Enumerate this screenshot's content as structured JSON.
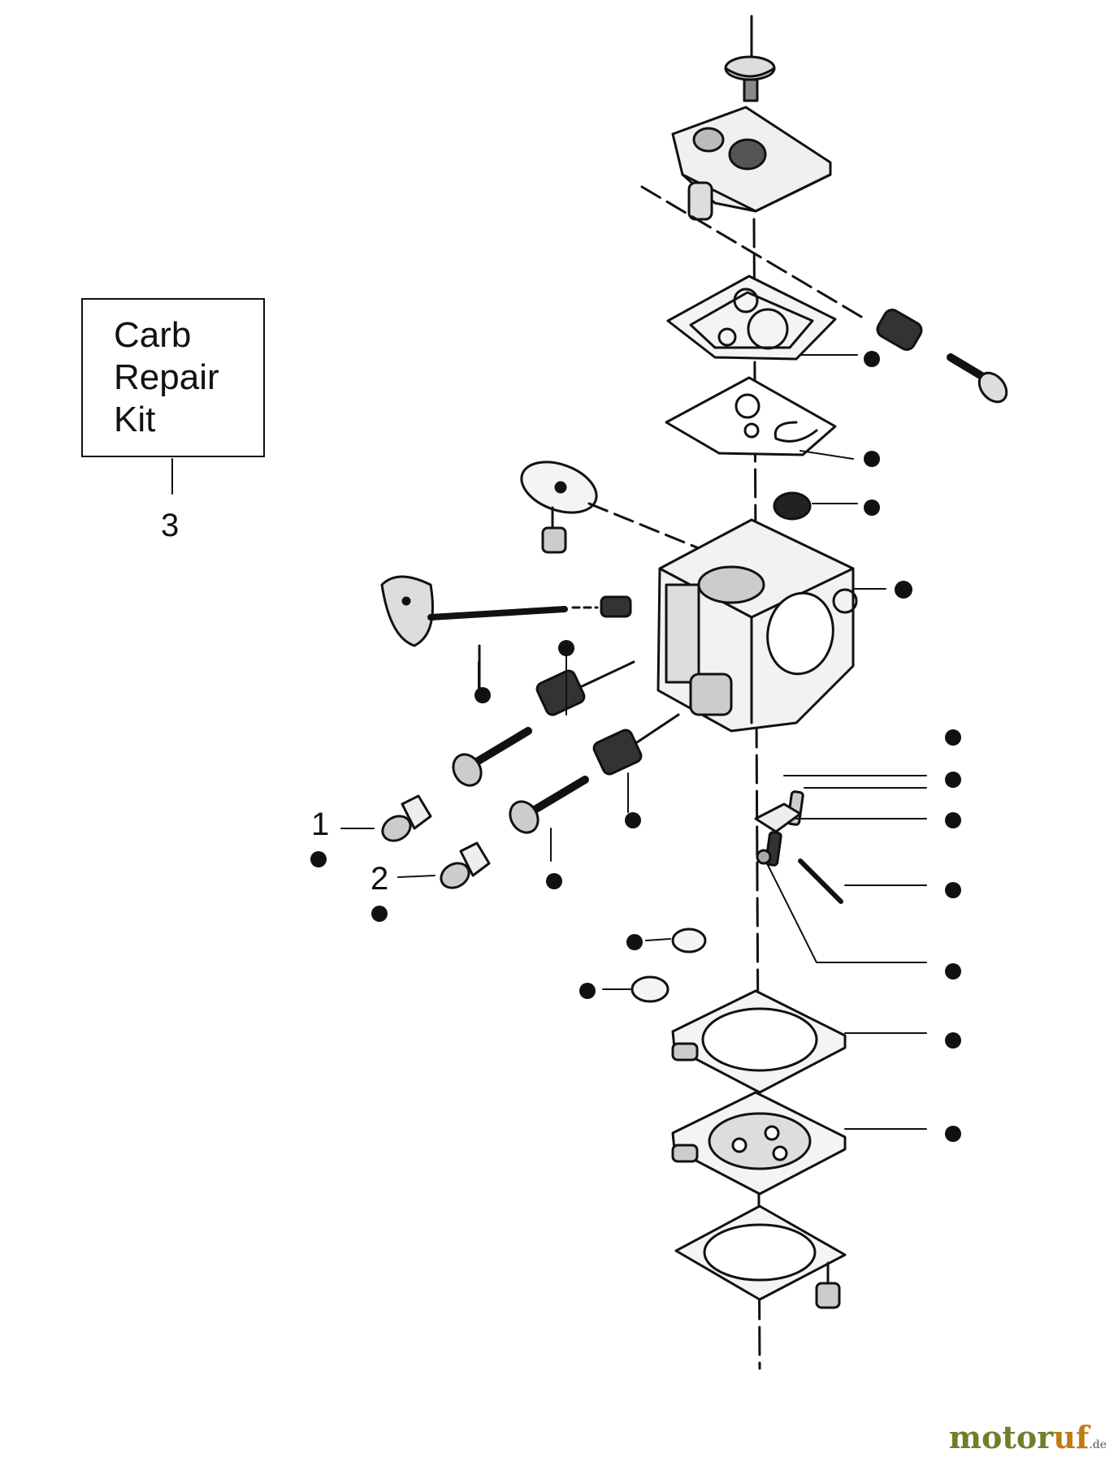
{
  "kit_box": {
    "lines": [
      "Carb",
      "Repair",
      "Kit"
    ]
  },
  "callouts": {
    "item_1": "1",
    "item_2": "2",
    "item_3": "3"
  },
  "watermark": {
    "brand_a": "motor",
    "brand_b": "uf",
    "suffix": ".de"
  },
  "colors": {
    "line": "#111111",
    "watermark_green": "#6e7f2a",
    "watermark_orange": "#c07a12"
  }
}
